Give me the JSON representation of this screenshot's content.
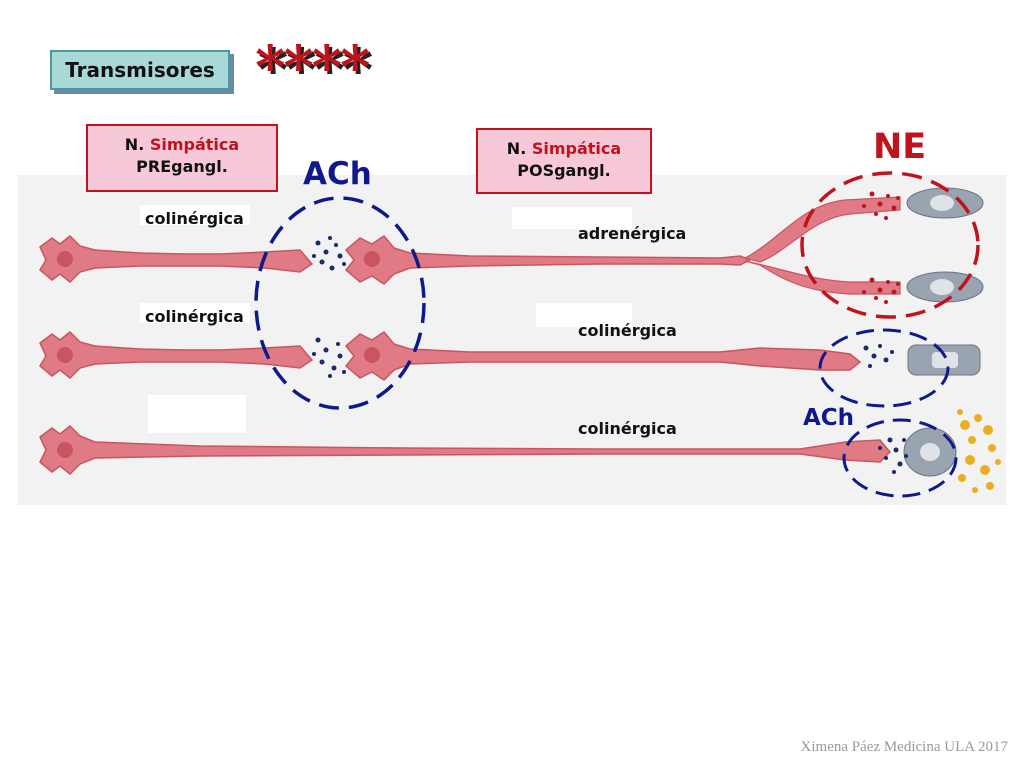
{
  "slide": {
    "title": "Transmisores",
    "stars": "****",
    "pre_box": {
      "prefix": "N.",
      "nerve": "Simpática",
      "type": "PREgangl."
    },
    "post_box": {
      "prefix": "N.",
      "nerve": "Simpática",
      "type": "POSgangl."
    },
    "ach_large": "ACh",
    "ne_label": "NE",
    "ach_small": "ACh",
    "pre_labels": [
      "colinérgica",
      "colinérgica"
    ],
    "post_labels": [
      "adrenérgica",
      "colinérgica",
      "colinérgica"
    ],
    "footer": "Ximena Páez Medicina ULA 2017"
  },
  "colors": {
    "neuron": "#e07a84",
    "ach_dots": "#1a2a6a",
    "ne_dots": "#c0141c",
    "effector": "#9aa4b0",
    "ach_circle": "#0e1a8a",
    "ne_circle": "#c0141c"
  }
}
